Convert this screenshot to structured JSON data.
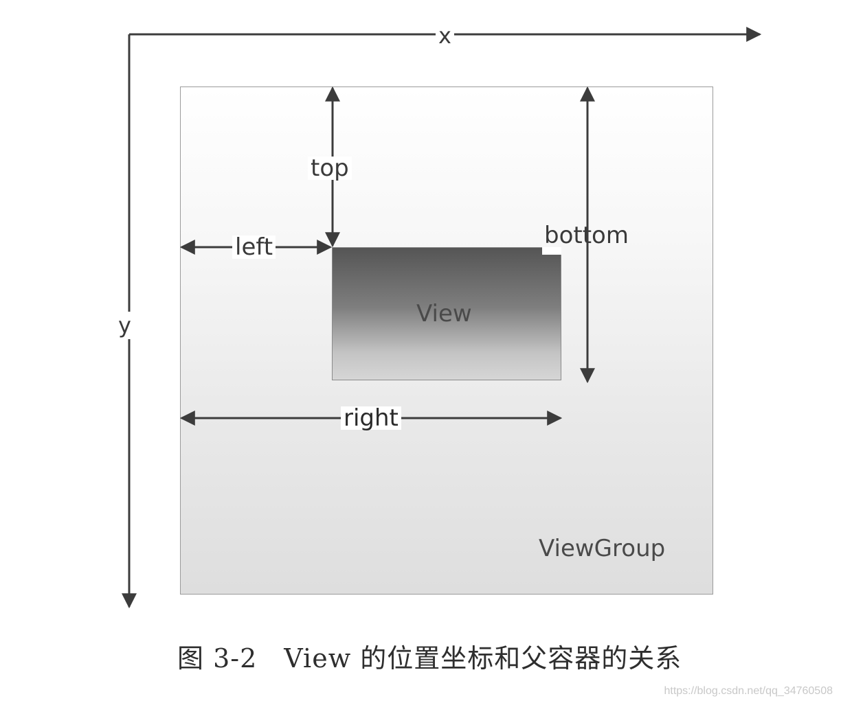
{
  "labels": {
    "x_axis": "x",
    "y_axis": "y",
    "top": "top",
    "left": "left",
    "bottom": "bottom",
    "right": "right",
    "view": "View",
    "viewgroup": "ViewGroup"
  },
  "caption": "图 3-2　View 的位置坐标和父容器的关系",
  "watermark": "https://blog.csdn.net/qq_34760508",
  "colors": {
    "line": "#3c3c3c",
    "text": "#3a3a3a"
  }
}
